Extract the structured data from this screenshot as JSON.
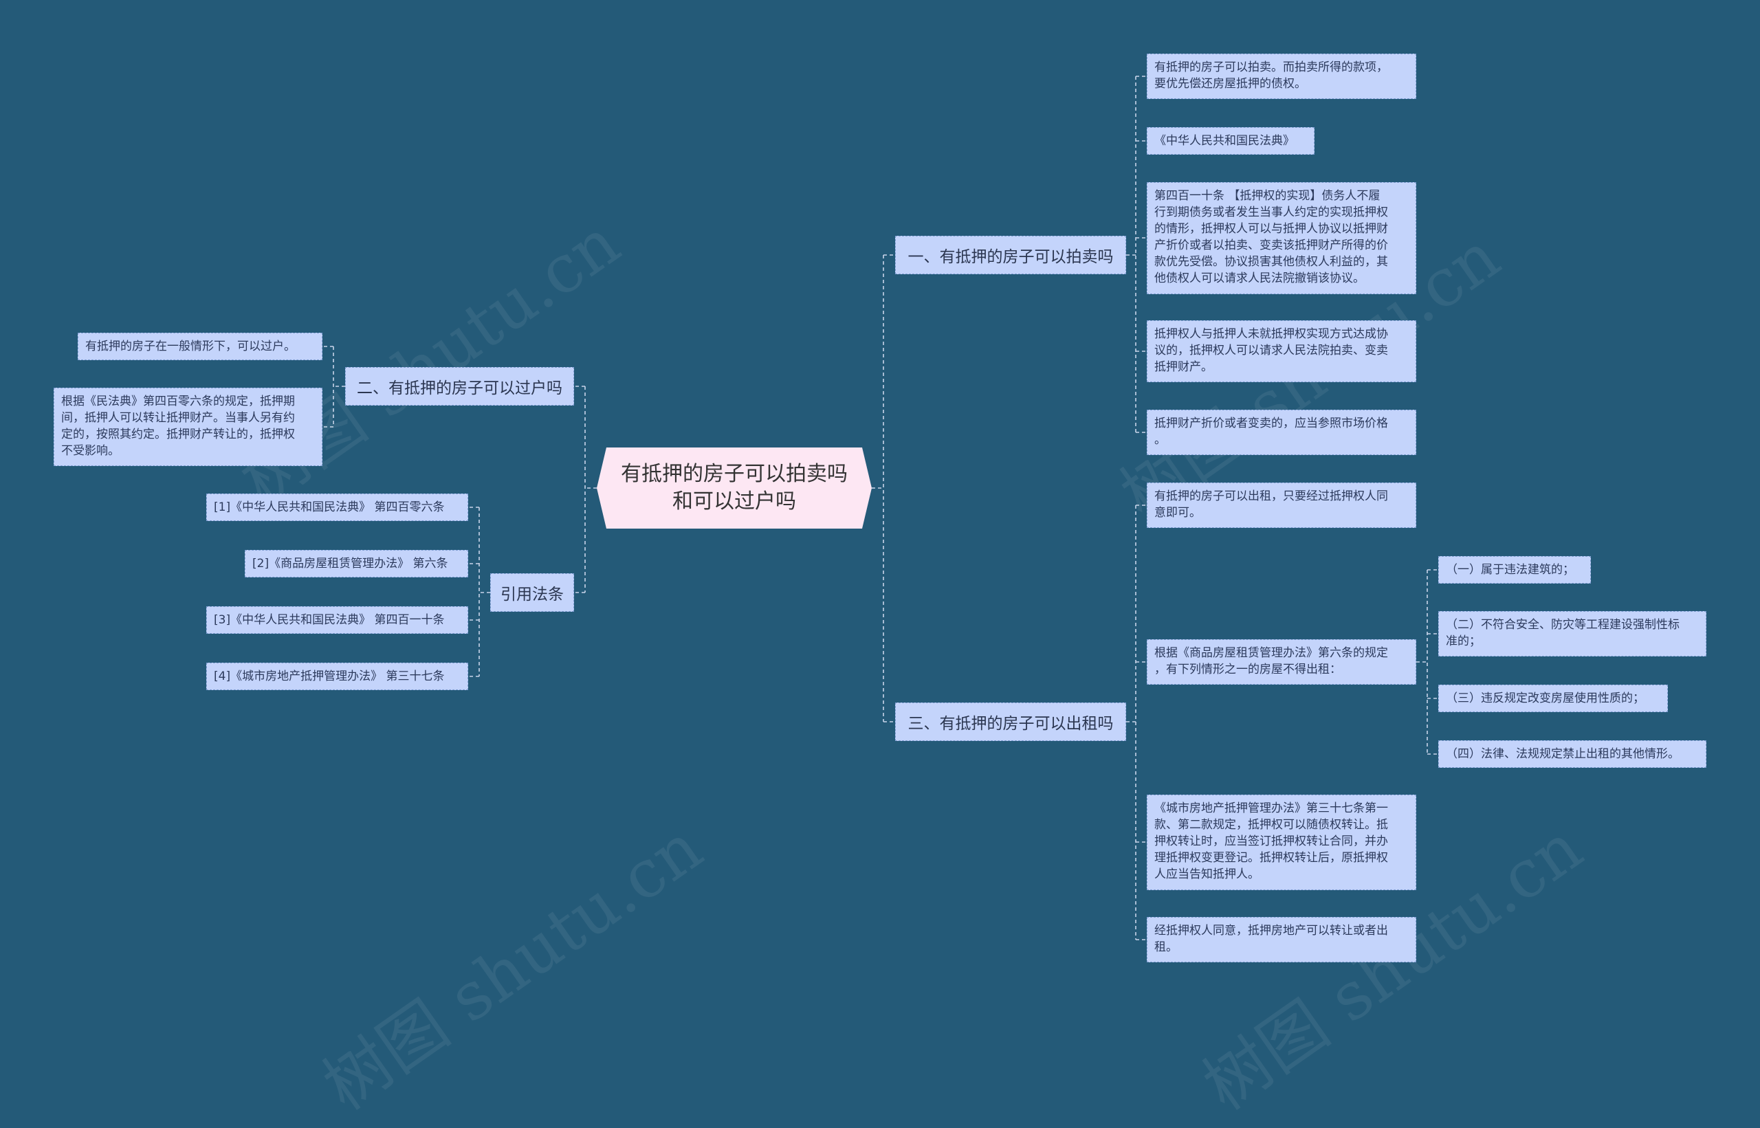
{
  "root": {
    "label": "有抵押的房子可以拍卖吗\n和可以过户吗"
  },
  "branches": {
    "auction": {
      "label": "一、有抵押的房子可以拍卖吗",
      "leaves": [
        "有抵押的房子可以拍卖。而拍卖所得的款项，\n要优先偿还房屋抵押的债权。",
        "《中华人民共和国民法典》",
        "第四百一十条 【抵押权的实现】债务人不履\n行到期债务或者发生当事人约定的实现抵押权\n的情形，抵押权人可以与抵押人协议以抵押财\n产折价或者以拍卖、变卖该抵押财产所得的价\n款优先受偿。协议损害其他债权人利益的，其\n他债权人可以请求人民法院撤销该协议。",
        "抵押权人与抵押人未就抵押权实现方式达成协\n议的，抵押权人可以请求人民法院拍卖、变卖\n抵押财产。",
        "抵押财产折价或者变卖的，应当参照市场价格\n。"
      ]
    },
    "transfer": {
      "label": "二、有抵押的房子可以过户吗",
      "leaves": [
        "有抵押的房子在一般情形下，可以过户。",
        "根据《民法典》第四百零六条的规定，抵押期\n间，抵押人可以转让抵押财产。当事人另有约\n定的，按照其约定。抵押财产转让的，抵押权\n不受影响。"
      ]
    },
    "rent": {
      "label": "三、有抵押的房子可以出租吗",
      "leaves": [
        "有抵押的房子可以出租，只要经过抵押权人同\n意即可。",
        "根据《商品房屋租赁管理办法》第六条的规定\n，有下列情形之一的房屋不得出租：",
        "《城市房地产抵押管理办法》第三十七条第一\n款、第二款规定，抵押权可以随债权转让。抵\n押权转让时，应当签订抵押权转让合同，并办\n理抵押权变更登记。抵押权转让后，原抵押权\n人应当告知抵押人。",
        "经抵押权人同意，抵押房地产可以转让或者出\n租。"
      ],
      "sub_leaves": [
        "（一）属于违法建筑的；",
        "（二）不符合安全、防灾等工程建设强制性标\n准的；",
        "（三）违反规定改变房屋使用性质的；",
        "（四）法律、法规规定禁止出租的其他情形。"
      ]
    },
    "refs": {
      "label": "引用法条",
      "leaves": [
        "[1]《中华人民共和国民法典》 第四百零六条",
        "[2]《商品房屋租赁管理办法》 第六条",
        "[3]《中华人民共和国民法典》 第四百一十条",
        "[4]《城市房地产抵押管理办法》 第三十七条"
      ]
    }
  },
  "watermark": "树图 shutu.cn",
  "colors": {
    "background": "#245a78",
    "node_fill": "#c4d4fb",
    "node_border": "#7f9ed2",
    "root_fill": "#fde7f3",
    "link": "#c9d5ea"
  }
}
